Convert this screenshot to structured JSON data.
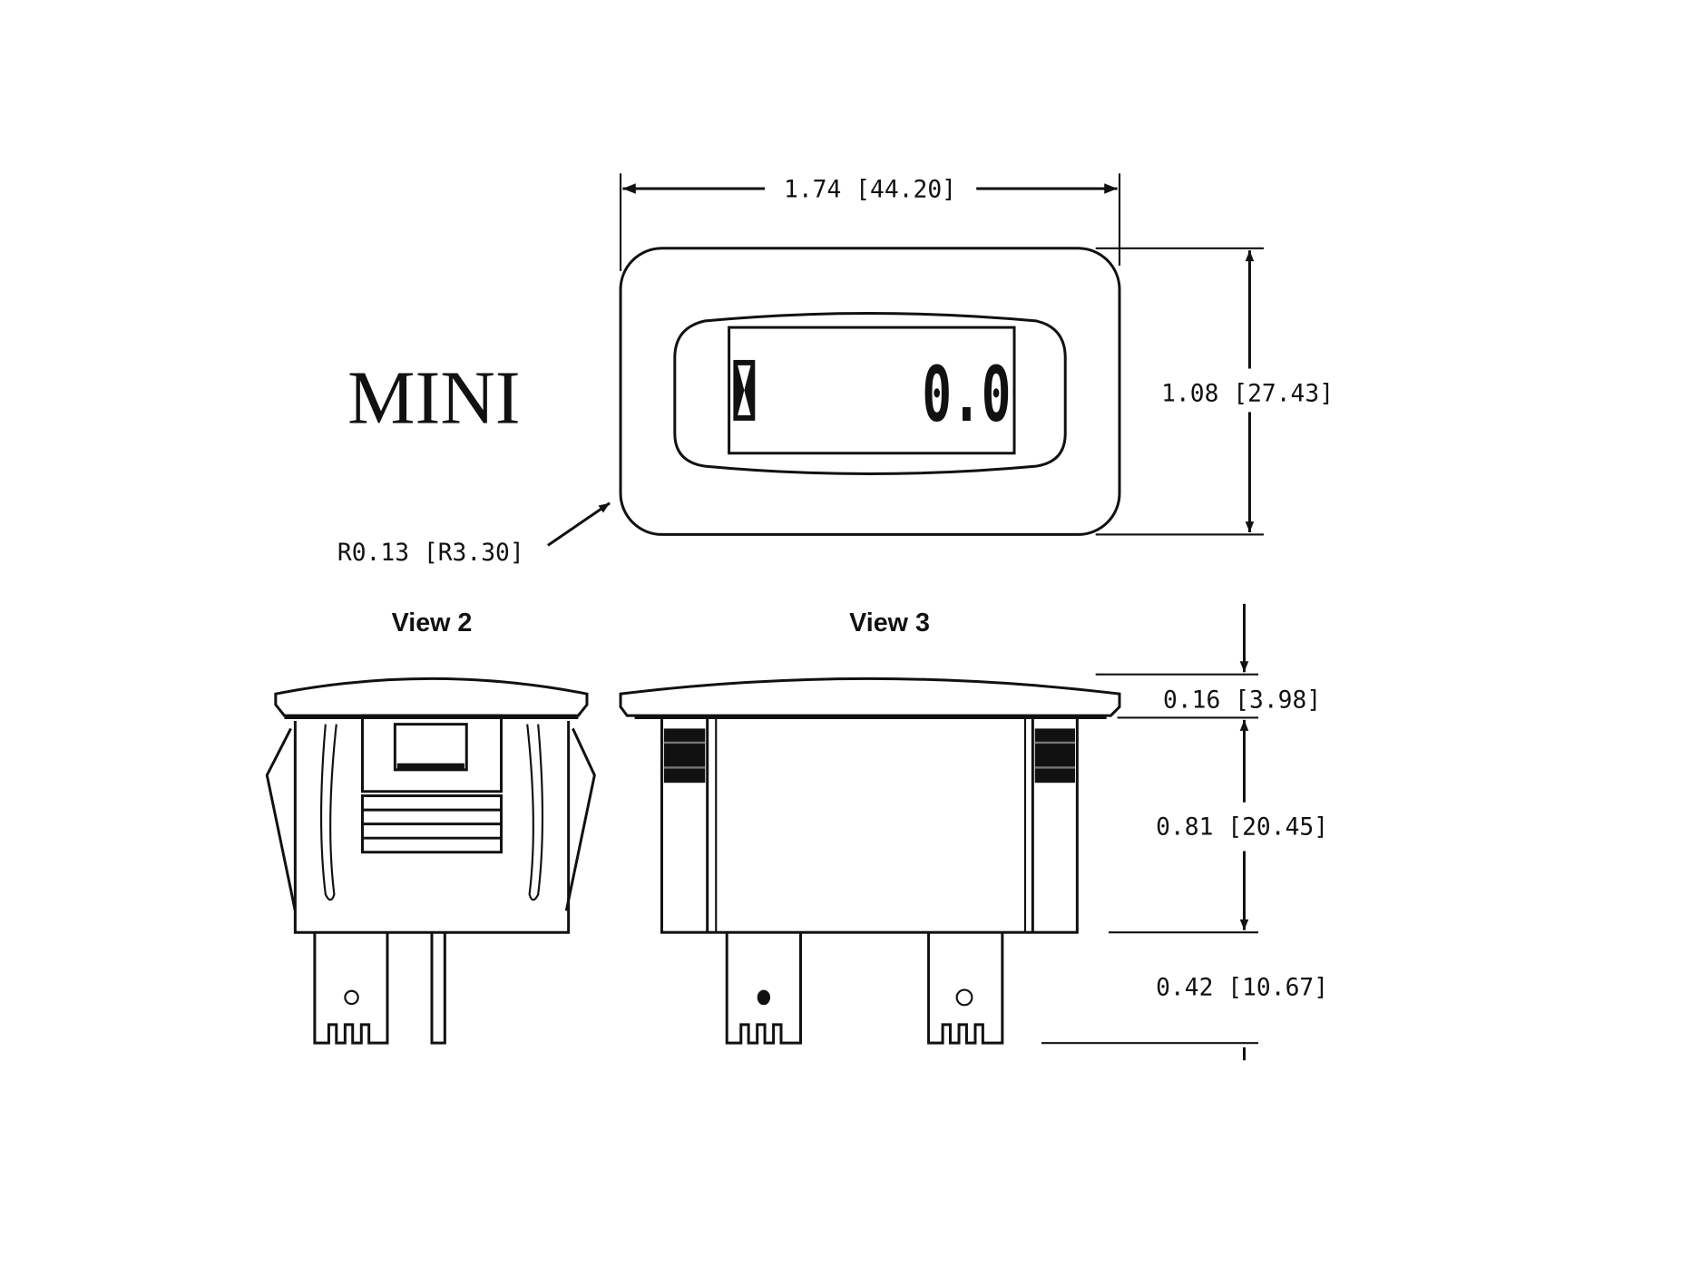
{
  "title": "MINI",
  "top_view": {
    "width_dim": "1.74  [44.20]",
    "height_dim": "1.08  [27.43]",
    "radius_dim": "R0.13  [R3.30]",
    "display_value": "0.0"
  },
  "view2": {
    "label": "View 2"
  },
  "view3": {
    "label": "View 3",
    "cap_dim": "0.16  [3.98]",
    "body_dim": "0.81  [20.45]",
    "terminal_dim": "0.42  [10.67]"
  }
}
